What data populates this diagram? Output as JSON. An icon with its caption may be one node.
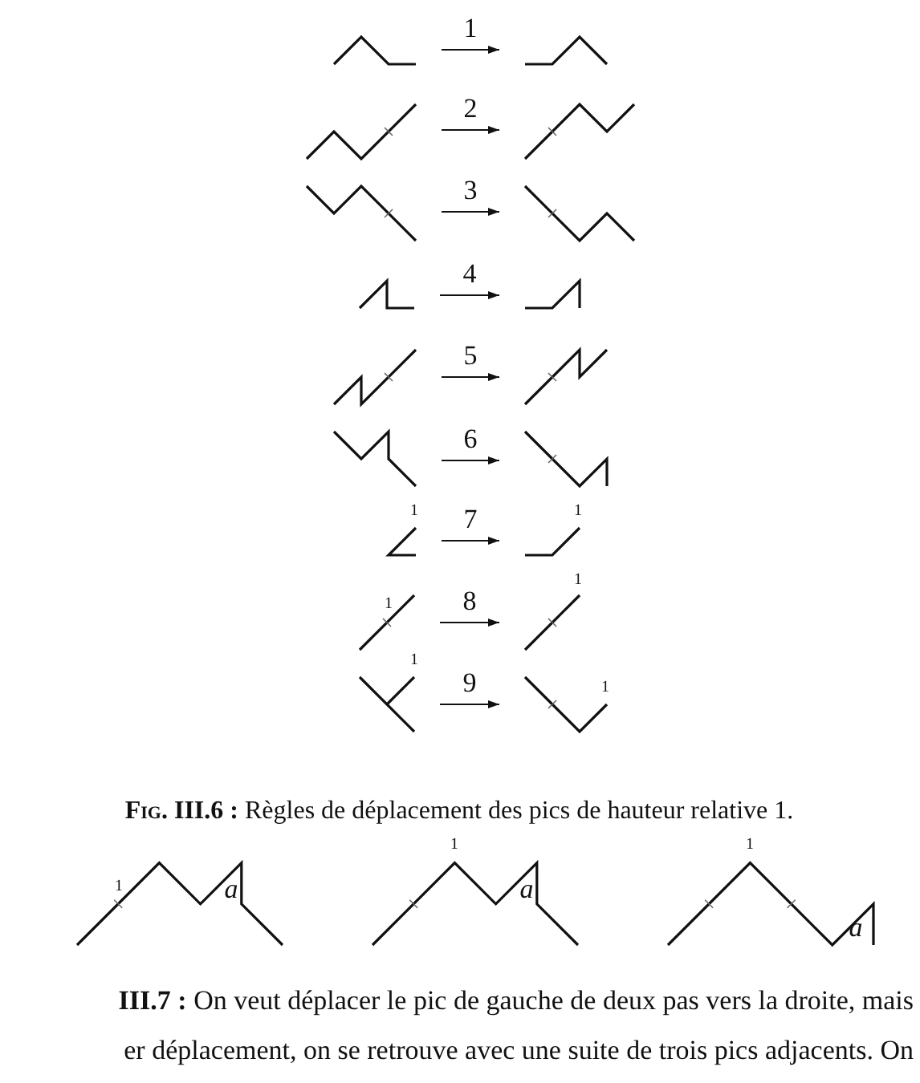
{
  "diagram": {
    "caption": "**Fig. III.6 :** Règles de déplacement des pics de hauteur relative 1.",
    "nodes": [
      {
        "text": [],
        "shape": "picture"
      },
      {
        "text": [],
        "shape": "picture"
      },
      {
        "text": [],
        "shape": "picture"
      },
      {
        "text": [],
        "shape": "picture"
      },
      {
        "text": [],
        "shape": "picture"
      },
      {
        "text": [],
        "shape": "picture"
      },
      {
        "text": [],
        "shape": "picture"
      },
      {
        "text": [],
        "shape": "picture"
      },
      {
        "text": [],
        "shape": "picture"
      },
      {
        "text": [],
        "shape": "picture"
      },
      {
        "text": [],
        "shape": "picture"
      },
      {
        "text": [],
        "shape": "picture"
      },
      {
        "text": [],
        "shape": "picture"
      },
      {
        "text": [],
        "shape": "picture"
      },
      {
        "text": [],
        "shape": "picture"
      },
      {
        "text": [],
        "shape": "picture"
      },
      {
        "text": [],
        "shape": "picture"
      },
      {
        "text": [],
        "shape": "picture"
      }
    ],
    "edges": [
      {
        "from": 0,
        "to": 1,
        "arrow": "to",
        "label": "1"
      },
      {
        "from": 2,
        "to": 3,
        "arrow": "to",
        "label": "2"
      },
      {
        "from": 4,
        "to": 5,
        "arrow": "to",
        "label": "3"
      },
      {
        "from": 6,
        "to": 7,
        "arrow": "to",
        "label": "4"
      },
      {
        "from": 8,
        "to": 9,
        "arrow": "to",
        "label": "5"
      },
      {
        "from": 10,
        "to": 11,
        "arrow": "to",
        "label": "6"
      },
      {
        "from": 12,
        "to": 13,
        "arrow": "to",
        "label": "7"
      },
      {
        "from": 14,
        "to": 15,
        "arrow": "to",
        "label": "8"
      },
      {
        "from": 16,
        "to": 17,
        "arrow": "to",
        "label": "9"
      }
    ],
    "labels": [
      "1",
      "1",
      "1",
      "1",
      "1",
      "1",
      "1",
      "1",
      "1",
      "a",
      "a",
      "a",
      "**III.7 :** On veut déplacer le pic de gauche de deux pas vers la droite, mais",
      "er déplacement, on se retrouve avec une suite de trois pics adjacents. On"
    ]
  }
}
